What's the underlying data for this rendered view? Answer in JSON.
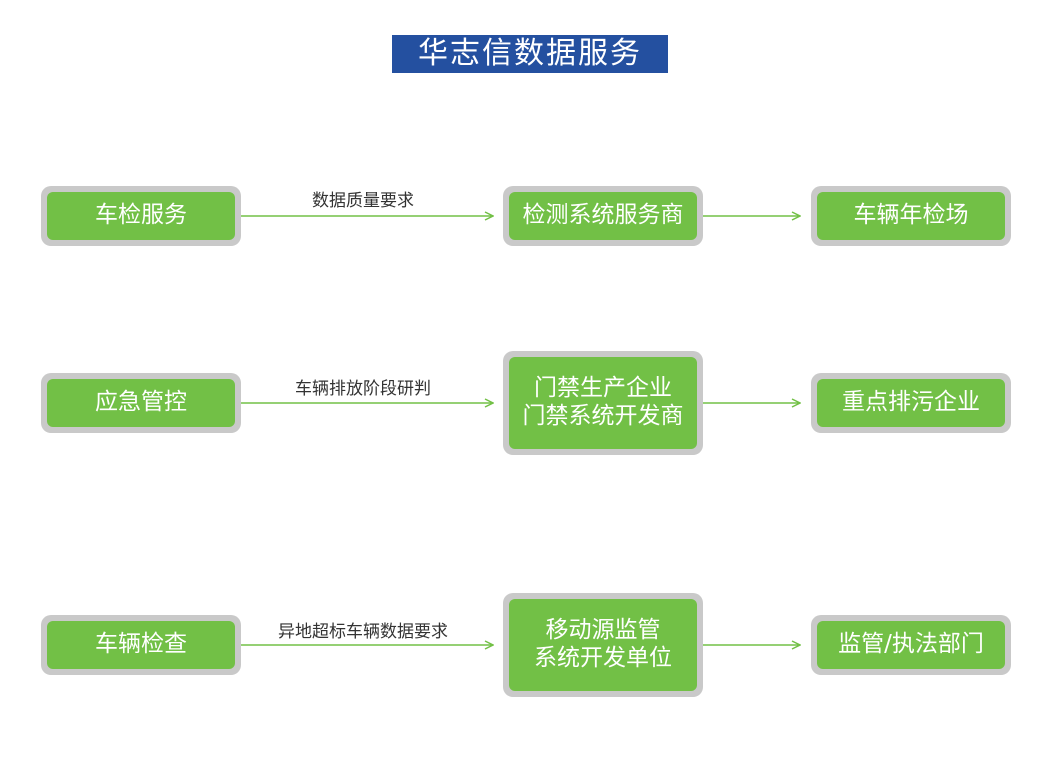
{
  "title": "华志信数据服务",
  "colors": {
    "title_bg": "#2450a0",
    "node_fill": "#72c046",
    "node_border": "#c9c9c9",
    "arrow": "#72c046"
  },
  "rows": [
    {
      "left": "车检服务",
      "edge1_label": "数据质量要求",
      "middle": [
        "检测系统服务商"
      ],
      "right": "车辆年检场"
    },
    {
      "left": "应急管控",
      "edge1_label": "车辆排放阶段研判",
      "middle": [
        "门禁生产企业",
        "门禁系统开发商"
      ],
      "right": "重点排污企业"
    },
    {
      "left": "车辆检查",
      "edge1_label": "异地超标车辆数据要求",
      "middle": [
        "移动源监管",
        "系统开发单位"
      ],
      "right": "监管/执法部门"
    }
  ]
}
